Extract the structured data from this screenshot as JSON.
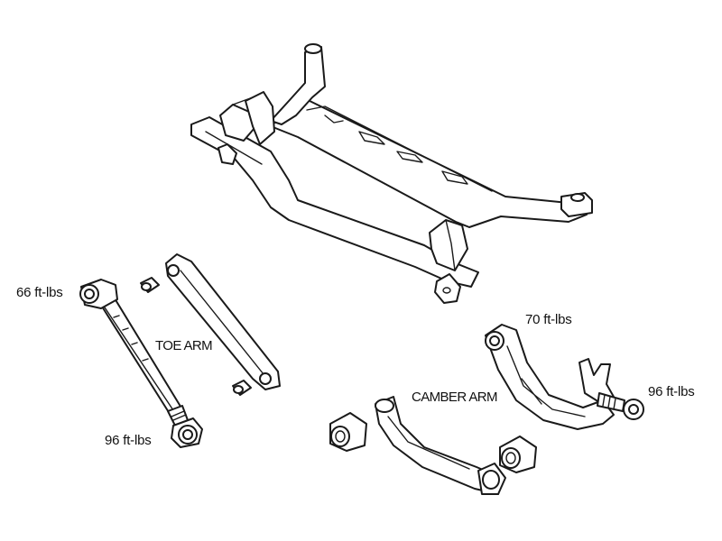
{
  "labels": {
    "toe_arm": "TOE ARM",
    "camber_arm": "CAMBER ARM",
    "torque_66": "66 ft-lbs",
    "torque_96_left": "96 ft-lbs",
    "torque_70": "70 ft-lbs",
    "torque_96_right": "96 ft-lbs"
  },
  "colors": {
    "line": "#1a1a1a",
    "background": "#ffffff"
  }
}
